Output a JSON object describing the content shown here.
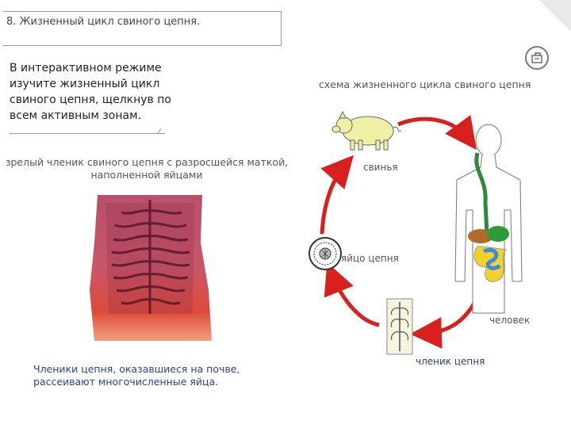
{
  "title": "8. Жизненный цикл свиного цепня.",
  "instruction": {
    "line1": "В интерактивном режиме",
    "line2": "изучите жизненный цикл",
    "line3": "свиного цепня, щелкнув по",
    "line4": "всем активным зонам."
  },
  "segment_caption_top": {
    "line1": "зрелый членик свиного цепня с разросшейся маткой,",
    "line2": "наполненной яйцами"
  },
  "segment_caption_bottom": {
    "line1": "Членики цепня, оказавшиеся на почве,",
    "line2": "рассеивают многочисленные яйца."
  },
  "scheme": {
    "title": "схема жизненного цикла свиного цепня",
    "pig_label": "свинья",
    "eggs_label": "яйцо цепня",
    "human_label": "человек",
    "segment_label": "членик цепня"
  },
  "colors": {
    "arrow": "#d8201f",
    "pig": "#eef0a6",
    "link_text": "#2b3f8f",
    "intestine": "#f2d22a"
  },
  "icons": {
    "nav": "document-icon"
  }
}
